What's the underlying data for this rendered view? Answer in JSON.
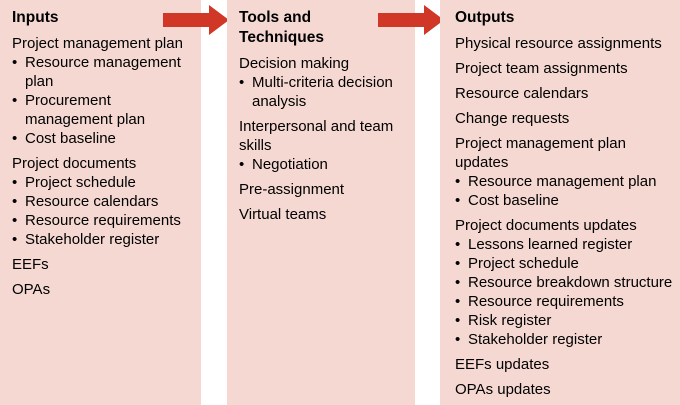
{
  "bullet_char": "•",
  "colors": {
    "column_bg": "#f5d8d2",
    "arrow_red": "#d03726",
    "text": "#000000",
    "page_bg": "#ffffff"
  },
  "arrows": [
    {
      "name": "inputs-to-tools-arrow"
    },
    {
      "name": "tools-to-outputs-arrow"
    }
  ],
  "columns": [
    {
      "title": "Inputs",
      "groups": [
        {
          "label": "Project management plan",
          "bullets": [
            "Resource management plan",
            "Procurement management plan",
            "Cost baseline"
          ]
        },
        {
          "label": "Project documents",
          "bullets": [
            "Project schedule",
            "Resource calendars",
            "Resource requirements",
            "Stakeholder register"
          ]
        },
        {
          "label": "EEFs",
          "bullets": []
        },
        {
          "label": "OPAs",
          "bullets": []
        }
      ]
    },
    {
      "title": "Tools and Techniques",
      "groups": [
        {
          "label": "Decision making",
          "bullets": [
            "Multi-criteria decision analysis"
          ]
        },
        {
          "label": "Interpersonal and team skills",
          "bullets": [
            "Negotiation"
          ]
        },
        {
          "label": "Pre-assignment",
          "bullets": []
        },
        {
          "label": "Virtual teams",
          "bullets": []
        }
      ]
    },
    {
      "title": "Outputs",
      "groups": [
        {
          "label": "Physical resource assignments",
          "bullets": []
        },
        {
          "label": "Project team assignments",
          "bullets": []
        },
        {
          "label": "Resource calendars",
          "bullets": []
        },
        {
          "label": "Change requests",
          "bullets": []
        },
        {
          "label": "Project management plan updates",
          "bullets": [
            "Resource management plan",
            "Cost baseline"
          ]
        },
        {
          "label": "Project documents updates",
          "bullets": [
            "Lessons learned register",
            "Project schedule",
            "Resource breakdown structure",
            "Resource requirements",
            "Risk register",
            "Stakeholder register"
          ]
        },
        {
          "label": "EEFs updates",
          "bullets": []
        },
        {
          "label": "OPAs updates",
          "bullets": []
        }
      ]
    }
  ]
}
